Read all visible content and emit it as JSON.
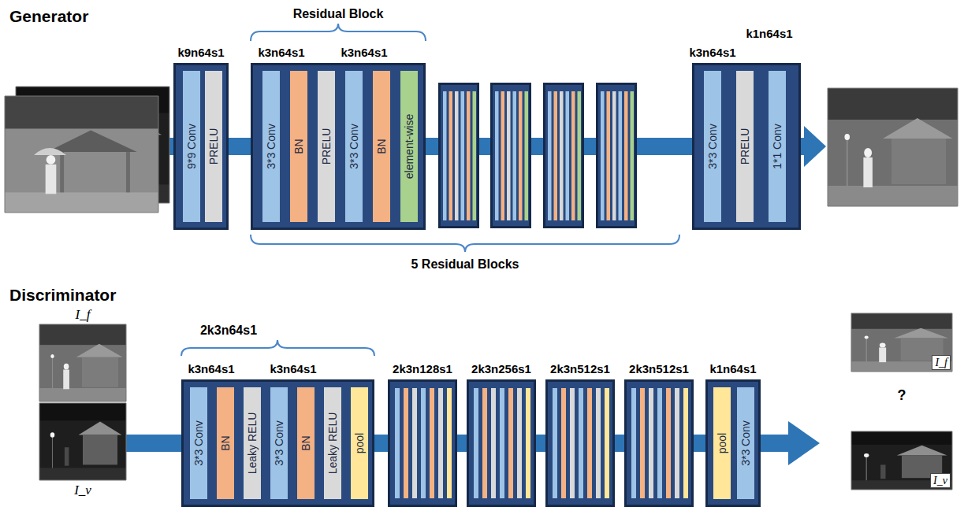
{
  "diagram": {
    "nodes": [
      {
        "text": [
          "k9n64s1"
        ]
      },
      {
        "text": [
          "9*9 Conv"
        ],
        "in": 0
      },
      {
        "text": [
          "PRELU"
        ],
        "in": 0
      },
      {
        "text": [
          "k3n64s1",
          "k3n64s1"
        ]
      },
      {
        "text": [
          "3*3 Conv"
        ],
        "in": 3
      },
      {
        "text": [
          "BN"
        ],
        "in": 3
      },
      {
        "text": [
          "PRELU"
        ],
        "in": 3
      },
      {
        "text": [
          "3*3 Conv"
        ],
        "in": 3
      },
      {
        "text": [
          "BN"
        ],
        "in": 3
      },
      {
        "text": [
          "element-wise"
        ],
        "in": 3
      },
      {
        "text": [
          "k3n64s1",
          "k1n64s1"
        ]
      },
      {
        "text": [
          "3*3 Conv"
        ],
        "in": 10
      },
      {
        "text": [
          "PRELU"
        ],
        "in": 10
      },
      {
        "text": [
          "1*1 Conv"
        ],
        "in": 10
      },
      {
        "text": [
          "k3n64s1",
          "k3n64s1"
        ]
      },
      {
        "text": [
          "3*3 Conv"
        ],
        "in": 14
      },
      {
        "text": [
          "BN"
        ],
        "in": 14
      },
      {
        "text": [
          "Leaky RELU"
        ],
        "in": 14
      },
      {
        "text": [
          "3*3 Conv"
        ],
        "in": 14
      },
      {
        "text": [
          "BN"
        ],
        "in": 14
      },
      {
        "text": [
          "Leaky RELU"
        ],
        "in": 14
      },
      {
        "text": [
          "pool"
        ],
        "in": 14
      },
      {
        "text": [
          "2k3n128s1"
        ]
      },
      {
        "text": [
          "2k3n256s1"
        ]
      },
      {
        "text": [
          "2k3n512s1"
        ]
      },
      {
        "text": [
          "2k3n512s1"
        ]
      },
      {
        "text": [
          "k1n64s1"
        ]
      },
      {
        "text": [
          "pool"
        ],
        "in": 26
      },
      {
        "text": [
          "3*3 Conv"
        ],
        "in": 26
      }
    ],
    "edges": [
      {
        "from": 0,
        "to": 3,
        "arrow": "none"
      },
      {
        "from": 3,
        "to": 10,
        "arrow": "none"
      },
      {
        "from": 14,
        "to": 22,
        "arrow": "none"
      },
      {
        "from": 22,
        "to": 23,
        "arrow": "none"
      },
      {
        "from": 23,
        "to": 24,
        "arrow": "none"
      },
      {
        "from": 24,
        "to": 25,
        "arrow": "none"
      },
      {
        "from": 25,
        "to": 26,
        "arrow": "none"
      }
    ],
    "labels": [
      "Generator",
      "Residual Block",
      "5 Residual Blocks",
      "Discriminator",
      "2k3n64s1",
      "I_f",
      "I_v",
      "I_f",
      "?",
      "I_v"
    ]
  }
}
